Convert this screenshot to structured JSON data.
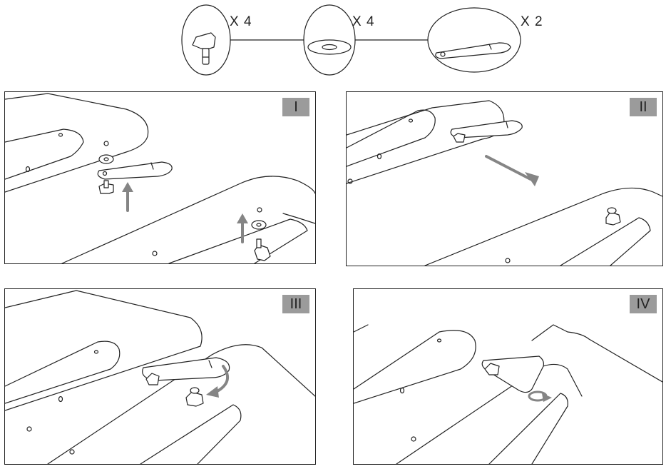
{
  "parts": [
    {
      "name": "thumb-screw",
      "quantity": "X 4"
    },
    {
      "name": "washer",
      "quantity": "X 4"
    },
    {
      "name": "connector-bracket",
      "quantity": "X 2"
    }
  ],
  "steps": [
    {
      "label": "I"
    },
    {
      "label": "II"
    },
    {
      "label": "III"
    },
    {
      "label": "IV"
    }
  ],
  "colors": {
    "line": "#222222",
    "arrow": "#858585",
    "badge": "#9b9b9b"
  }
}
